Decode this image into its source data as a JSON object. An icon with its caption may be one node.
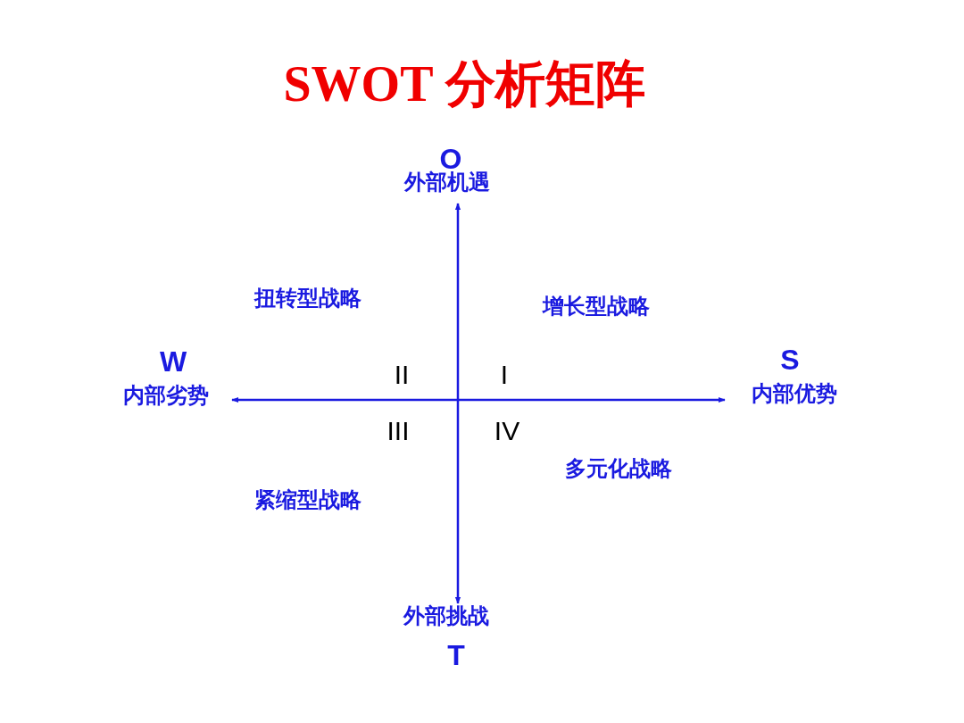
{
  "diagram": {
    "title": "SWOT 分析矩阵",
    "labels": [
      "O",
      "外部机遇",
      "扭转型战略",
      "增长型战略",
      "W",
      "S",
      "内部劣势",
      "II",
      "I",
      "内部优势",
      "III",
      "IV",
      "多元化战略",
      "紧缩型战略",
      "外部挑战",
      "T"
    ]
  }
}
